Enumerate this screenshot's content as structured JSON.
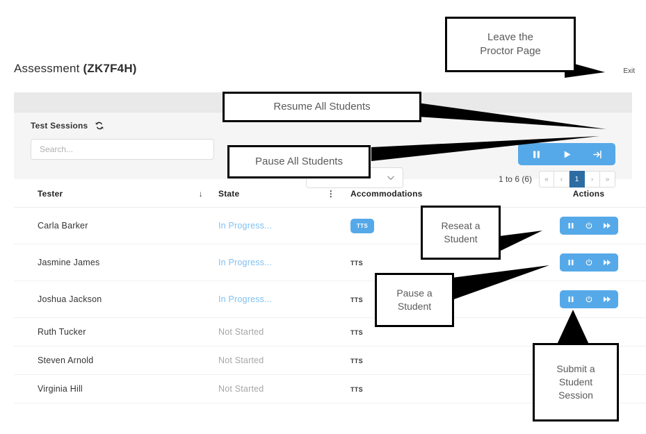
{
  "page": {
    "title_prefix": "Assessment ",
    "title_code": "(ZK7F4H)",
    "exit_label": "Exit"
  },
  "toolbar": {
    "sessions_label": "Test Sessions",
    "refresh_icon": "refresh-icon",
    "search_placeholder": "Search...",
    "search_value": "",
    "filter_selected": "",
    "global_actions": [
      {
        "name": "pause-all-button",
        "icon": "pause-icon"
      },
      {
        "name": "resume-all-button",
        "icon": "play-icon"
      },
      {
        "name": "submit-all-button",
        "icon": "sign-out-icon"
      }
    ]
  },
  "pagination": {
    "range_label": "1 to 6 (6)",
    "first": "«",
    "prev": "‹",
    "current": "1",
    "next": "›",
    "last": "»"
  },
  "table": {
    "columns": [
      {
        "label": "Tester",
        "sort": "↓"
      },
      {
        "label": "State",
        "sort": "⋮"
      },
      {
        "label": "Accommodations",
        "sort": ""
      },
      {
        "label": "Actions",
        "sort": ""
      }
    ],
    "rows": [
      {
        "tester": "Carla Barker",
        "state": "In Progress...",
        "state_kind": "in-progress",
        "acc": "TTS",
        "acc_badge": true,
        "has_actions": true
      },
      {
        "tester": "Jasmine James",
        "state": "In Progress...",
        "state_kind": "in-progress",
        "acc": "TTS",
        "acc_badge": false,
        "has_actions": true
      },
      {
        "tester": "Joshua Jackson",
        "state": "In Progress...",
        "state_kind": "in-progress",
        "acc": "TTS",
        "acc_badge": false,
        "has_actions": true
      },
      {
        "tester": "Ruth Tucker",
        "state": "Not Started",
        "state_kind": "not-started",
        "acc": "TTS",
        "acc_badge": false,
        "has_actions": false
      },
      {
        "tester": "Steven Arnold",
        "state": "Not Started",
        "state_kind": "not-started",
        "acc": "TTS",
        "acc_badge": false,
        "has_actions": false
      },
      {
        "tester": "Virginia Hill",
        "state": "Not Started",
        "state_kind": "not-started",
        "acc": "TTS",
        "acc_badge": false,
        "has_actions": false
      }
    ],
    "row_action_icons": [
      {
        "name": "pause-student-button",
        "icon": "pause-icon"
      },
      {
        "name": "reseat-student-button",
        "icon": "power-icon"
      },
      {
        "name": "submit-student-button",
        "icon": "fast-forward-icon"
      }
    ]
  },
  "annotations": [
    {
      "id": "leave-proctor",
      "text": "Leave the\nProctor Page"
    },
    {
      "id": "resume-all",
      "text": "Resume All Students"
    },
    {
      "id": "pause-all",
      "text": "Pause All Students"
    },
    {
      "id": "reseat-student",
      "text": "Reseat a\nStudent"
    },
    {
      "id": "pause-student",
      "text": "Pause a\nStudent"
    },
    {
      "id": "submit-session",
      "text": "Submit a\nStudent\nSession"
    }
  ],
  "colors": {
    "accent_blue": "#56a9e8",
    "pager_active": "#2d6ca2",
    "panel_header_gray": "#e9e9e9",
    "tools_gray": "#f5f5f5",
    "in_progress_text": "#7fc0f2",
    "not_started_text": "#a6a6a6"
  }
}
